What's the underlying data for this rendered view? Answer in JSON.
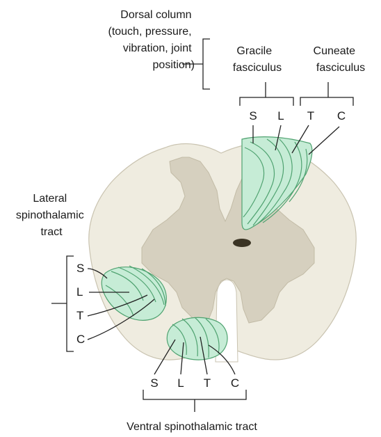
{
  "labels": {
    "dorsal_column": [
      "Dorsal column",
      "(touch, pressure,",
      "vibration, joint",
      "position)"
    ],
    "gracile": [
      "Gracile",
      "fasciculus"
    ],
    "cuneate": [
      "Cuneate",
      "fasciculus"
    ],
    "lateral": [
      "Lateral",
      "spinothalamic",
      "tract"
    ],
    "ventral": "Ventral spinothalamic tract",
    "dorsal_letters": [
      "S",
      "L",
      "T",
      "C"
    ],
    "lateral_letters": [
      "S",
      "L",
      "T",
      "C"
    ],
    "ventral_letters": [
      "S",
      "L",
      "T",
      "C"
    ]
  },
  "colors": {
    "white_matter": "#efece0",
    "gray_matter": "#d6d0bf",
    "tract_fill": "#c6ecd6",
    "tract_lines": "#4fa270",
    "canal": "#3b3424"
  }
}
